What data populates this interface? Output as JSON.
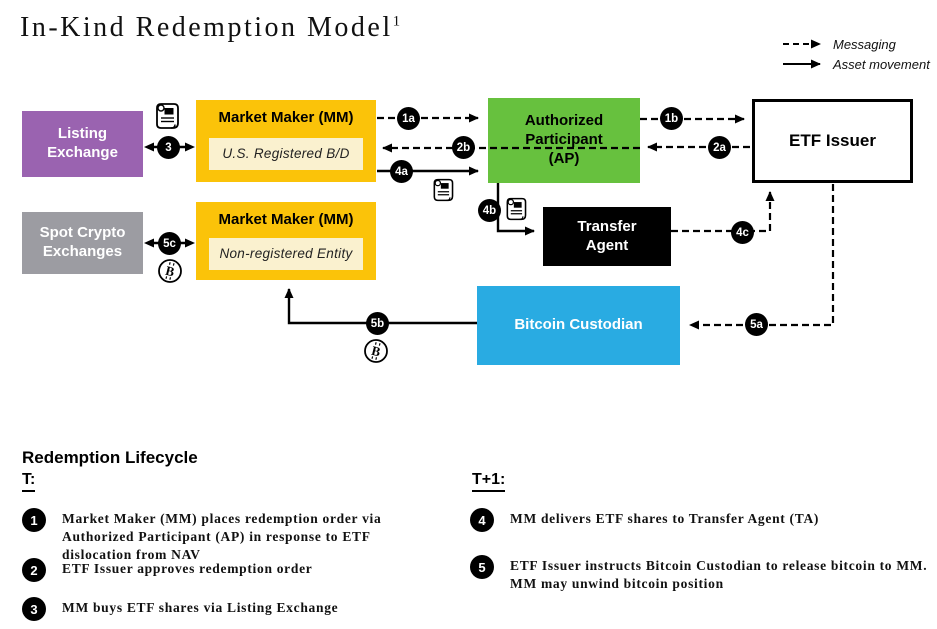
{
  "title": {
    "text": "In-Kind Redemption Model",
    "footnote_marker": "1"
  },
  "legend": {
    "messaging_label": "Messaging",
    "asset_movement_label": "Asset movement"
  },
  "colors": {
    "listing_exchange": "#9A63B0",
    "market_maker": "#FBC309",
    "market_maker_sub": "#FAF1CF",
    "authorized_participant": "#67C13E",
    "spot_crypto_exchanges": "#9C9CA2",
    "transfer_agent": "#000000",
    "bitcoin_custodian": "#29ABE2",
    "etf_issuer_border": "#000000"
  },
  "diagram": {
    "boxes": {
      "listing_exchange": {
        "label": "Listing Exchange"
      },
      "market_maker_bd": {
        "label": "Market Maker (MM)",
        "sublabel": "U.S. Registered B/D"
      },
      "authorized_participant": {
        "label": "Authorized Participant (AP)"
      },
      "etf_issuer": {
        "label": "ETF Issuer"
      },
      "spot_crypto_exchanges": {
        "label": "Spot Crypto Exchanges"
      },
      "market_maker_nonreg": {
        "label": "Market Maker (MM)",
        "sublabel": "Non-registered Entity"
      },
      "transfer_agent": {
        "label": "Transfer Agent"
      },
      "bitcoin_custodian": {
        "label": "Bitcoin Custodian"
      }
    },
    "steps": {
      "1a": "1a",
      "1b": "1b",
      "2a": "2a",
      "2b": "2b",
      "3": "3",
      "4a": "4a",
      "4b": "4b",
      "4c": "4c",
      "5a": "5a",
      "5b": "5b",
      "5c": "5c"
    },
    "icons": {
      "certificate": "scroll-certificate-icon",
      "bitcoin": "bitcoin-circle-icon",
      "bitcoin_letter": "B"
    }
  },
  "lifecycle": {
    "heading": "Redemption Lifecycle",
    "columns": [
      {
        "label": "T:",
        "items": [
          {
            "num": "1",
            "text": "Market Maker (MM) places redemption order via Authorized Participant (AP) in response to ETF dislocation from NAV"
          },
          {
            "num": "2",
            "text": "ETF Issuer approves redemption order"
          },
          {
            "num": "3",
            "text": "MM buys ETF shares via Listing Exchange"
          }
        ]
      },
      {
        "label": "T+1:",
        "items": [
          {
            "num": "4",
            "text": "MM delivers ETF shares to Transfer Agent (TA)"
          },
          {
            "num": "5",
            "text": "ETF Issuer instructs Bitcoin Custodian to release bitcoin to MM. MM may unwind bitcoin position"
          }
        ]
      }
    ]
  }
}
